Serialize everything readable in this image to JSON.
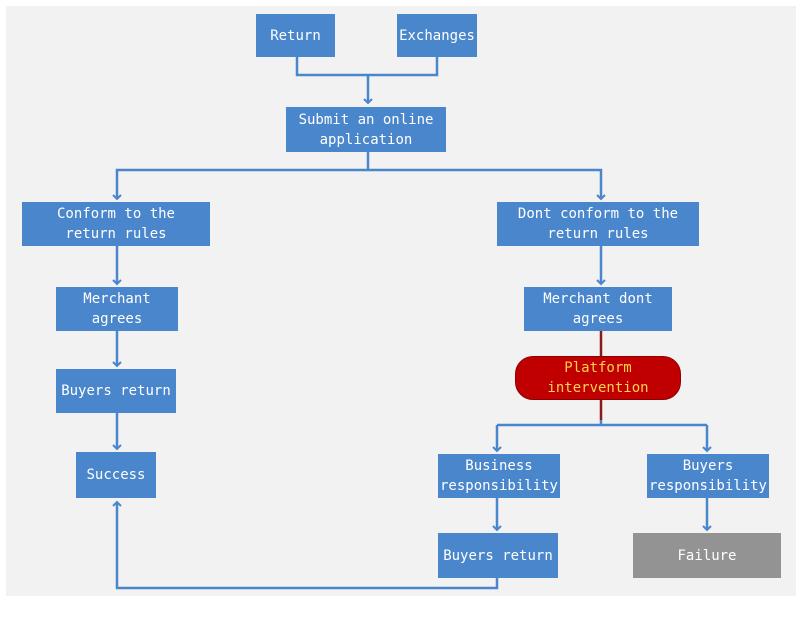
{
  "colors": {
    "box": "#4a86cc",
    "connector": "#4a86cc",
    "connector_dark": "#8b1a1a",
    "platform_fill": "#c00000",
    "platform_text": "#ffd24a",
    "failure_fill": "#939393",
    "background": "#f2f2f2"
  },
  "nodes": {
    "return": "Return",
    "exchanges": "Exchanges",
    "submit": "Submit an online\napplication",
    "conform": "Conform to the\nreturn rules",
    "dont_conform": "Dont conform to the\nreturn rules",
    "merchant_agrees": "Merchant agrees",
    "merchant_dont_agrees": "Merchant dont agrees",
    "buyers_return_left": "Buyers return",
    "platform": "Platform\nintervention",
    "success": "Success",
    "business_resp": "Business\nresponsibility",
    "buyers_resp": "Buyers\nresponsibility",
    "buyers_return_right": "Buyers return",
    "failure": "Failure"
  }
}
